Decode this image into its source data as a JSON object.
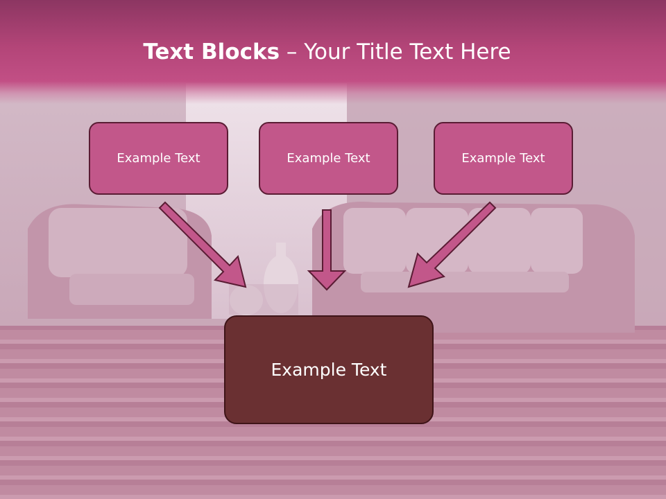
{
  "title": {
    "bold": "Text Blocks",
    "separator": " – ",
    "rest": "Your Title Text Here"
  },
  "blocks": {
    "top": [
      {
        "label": "Example Text"
      },
      {
        "label": "Example Text"
      },
      {
        "label": "Example Text"
      }
    ],
    "bottom": {
      "label": "Example Text"
    }
  },
  "colors": {
    "title_bar": "#b34578",
    "top_box_fill": "#c2578a",
    "bottom_box_fill": "#6a3032",
    "arrow_fill": "#c2578a",
    "border": "#5a1c34"
  }
}
